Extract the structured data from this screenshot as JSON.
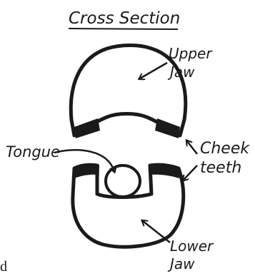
{
  "diagram": {
    "title": "Cross Section",
    "labels": {
      "upper_jaw_line1": "Upper",
      "upper_jaw_line2": "Jaw",
      "cheek_teeth_line1": "Cheek",
      "cheek_teeth_line2": "teeth",
      "tongue": "Tongue",
      "lower_jaw_line1": "Lower",
      "lower_jaw_line2": "Jaw"
    },
    "stray_glyph": "d"
  }
}
